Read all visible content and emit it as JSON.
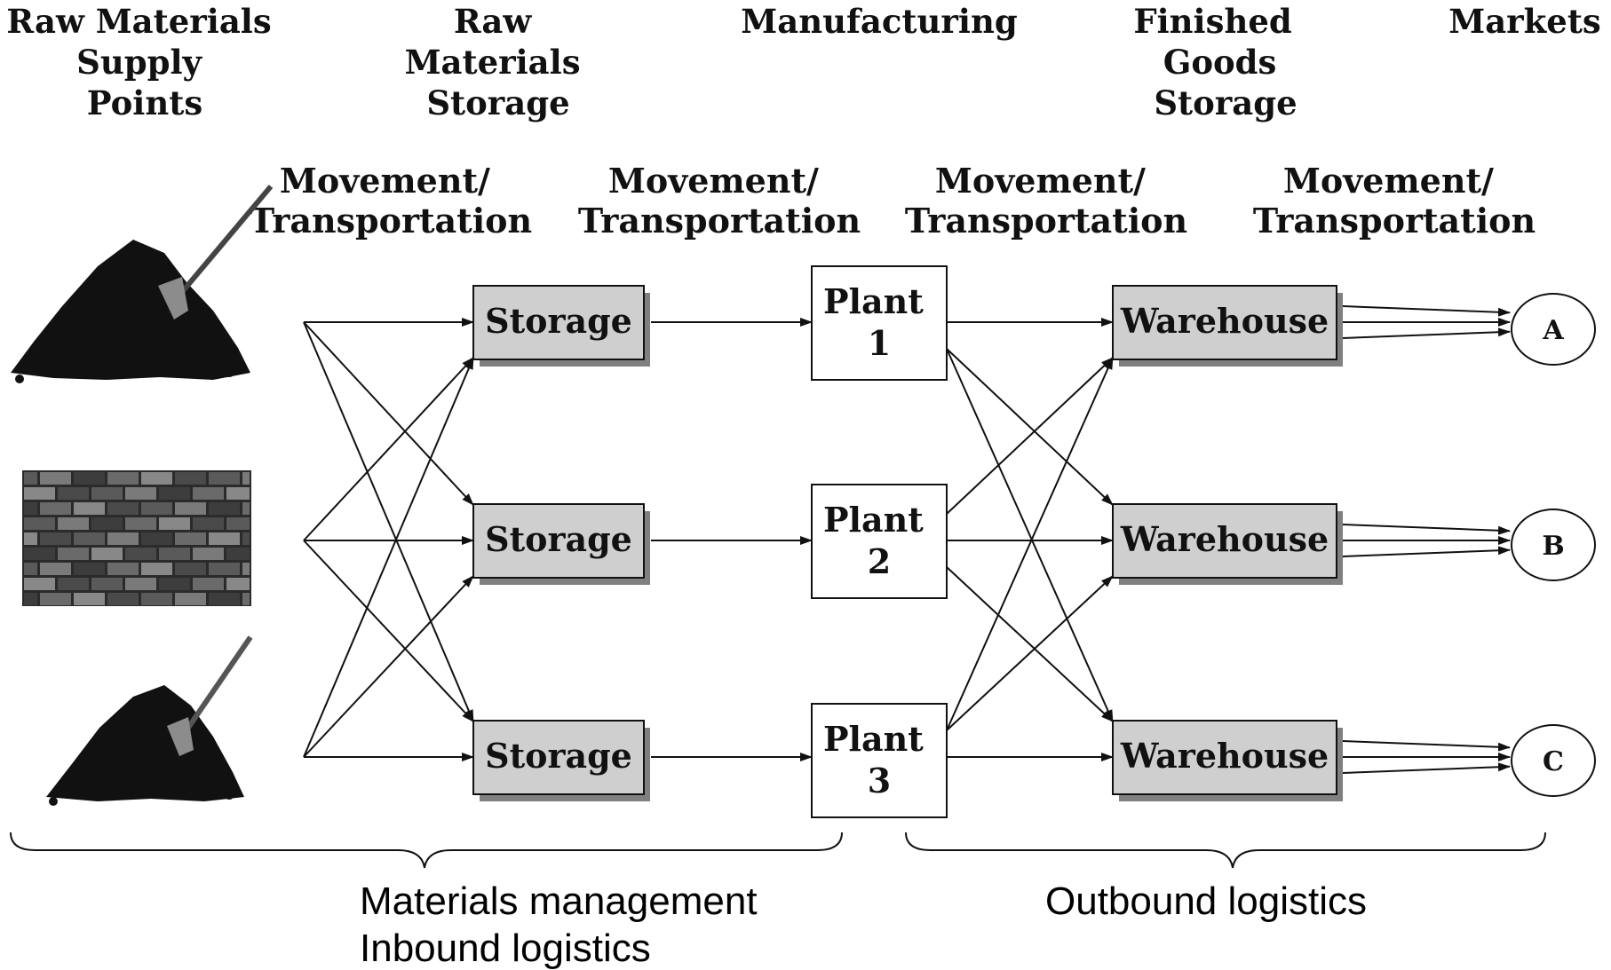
{
  "headers": {
    "supply": [
      "Raw Materials",
      "Supply",
      "Points"
    ],
    "raw_storage": [
      "Raw",
      "Materials",
      "Storage"
    ],
    "manufacturing": [
      "Manufacturing"
    ],
    "finished_storage": [
      "Finished",
      "Goods",
      "Storage"
    ],
    "markets": [
      "Markets"
    ]
  },
  "movement_labels": [
    [
      "Movement/",
      "Transportation"
    ],
    [
      "Movement/",
      "Transportation"
    ],
    [
      "Movement/",
      "Transportation"
    ],
    [
      "Movement/",
      "Transportation"
    ]
  ],
  "storage_boxes": [
    "Storage",
    "Storage",
    "Storage"
  ],
  "plant_boxes": [
    [
      "Plant",
      "1"
    ],
    [
      "Plant",
      "2"
    ],
    [
      "Plant",
      "3"
    ]
  ],
  "warehouse_boxes": [
    "Warehouse",
    "Warehouse",
    "Warehouse"
  ],
  "markets": [
    "A",
    "B",
    "C"
  ],
  "supply_icons": [
    "ore-pile-icon",
    "brick-wall-icon",
    "ore-pile-icon"
  ],
  "braces": {
    "left": [
      "Materials management",
      "Inbound logistics"
    ],
    "right": [
      "Outbound logistics"
    ]
  },
  "colors": {
    "box_fill_gray": "#cfcfcf",
    "box_fill_white": "#ffffff",
    "shadow": "#808080",
    "ink": "#111111"
  }
}
